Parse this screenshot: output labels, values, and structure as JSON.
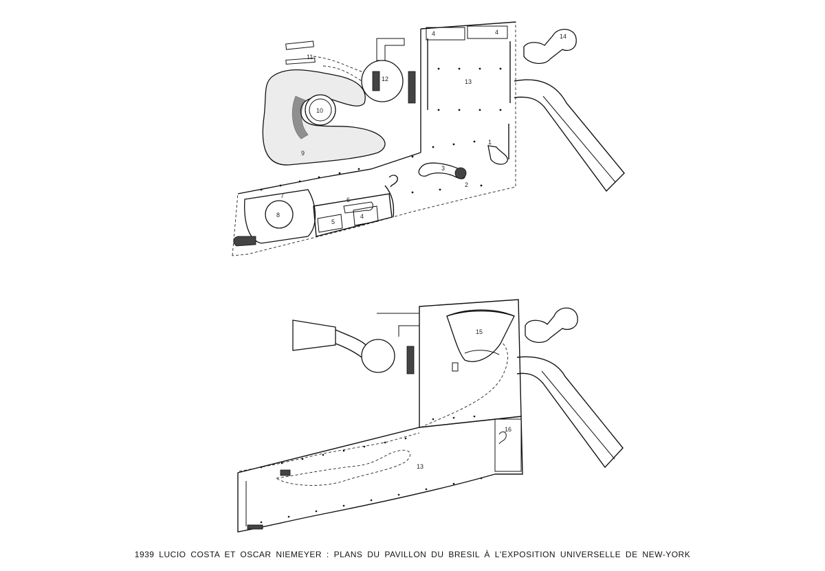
{
  "caption": "1939 LUCIO COSTA ET OSCAR NIEMEYER : PLANS DU PAVILLON DU BRESIL À L'EXPOSITION UNIVERSELLE DE NEW-YORK",
  "ground_floor": {
    "labels": [
      "1",
      "2",
      "3",
      "4",
      "4",
      "4",
      "5",
      "6",
      "7",
      "8",
      "9",
      "10",
      "11",
      "12",
      "13",
      "14"
    ]
  },
  "upper_floor": {
    "labels": [
      "13",
      "15",
      "16"
    ]
  }
}
